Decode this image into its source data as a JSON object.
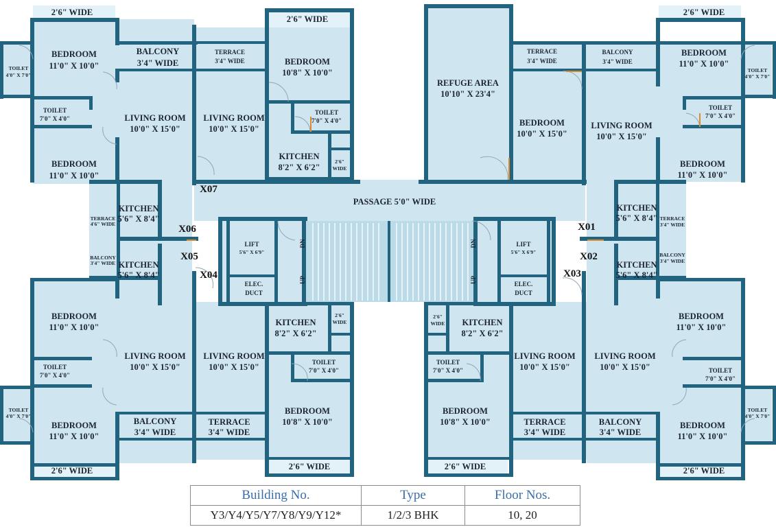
{
  "labels": {
    "wide26": "2'6\" WIDE",
    "wide26_sm": "2'6\"",
    "wide_sm": "WIDE",
    "bedroom": "BEDROOM",
    "d11x10": "11'0\" X 10'0\"",
    "d108x10": "10'8\" X 10'0\"",
    "d10x15": "10'0\" X 15'0\"",
    "balcony": "BALCONY",
    "terrace": "TERRACE",
    "d34w": "3'4\" WIDE",
    "d34w_sm": "3'4\" WIDE",
    "d46w_sm": "4'6\" WIDE",
    "living": "LIVING ROOM",
    "kitchen": "KITCHEN",
    "d82x62": "8'2\" X 6'2\"",
    "d56x84": "5'6\" X 8'4\"",
    "toilet": "TOILET",
    "d7x4": "7'0\" X 4'0\"",
    "d4x7": "4'0\" X 7'0\"",
    "refuge": "REFUGE AREA",
    "refuge_dim": "10'10\" X 23'4\"",
    "passage": "PASSAGE 5'0\" WIDE",
    "lift": "LIFT",
    "lift_dim": "5'6\" X 6'9\"",
    "elec": "ELEC.",
    "duct": "DUCT",
    "dn": "DN",
    "up": "UP"
  },
  "units": [
    "X01",
    "X02",
    "X03",
    "X04",
    "X05",
    "X06",
    "X07"
  ],
  "legend": {
    "headers": [
      "Building No.",
      "Type",
      "Floor Nos."
    ],
    "row": [
      "Y3/Y4/Y5/Y7/Y8/Y9/Y12*",
      "1/2/3 BHK",
      "10, 20"
    ]
  },
  "colors": {
    "wall": "#22637f",
    "room": "#cfe6f1",
    "header_text": "#3a6ea8"
  }
}
